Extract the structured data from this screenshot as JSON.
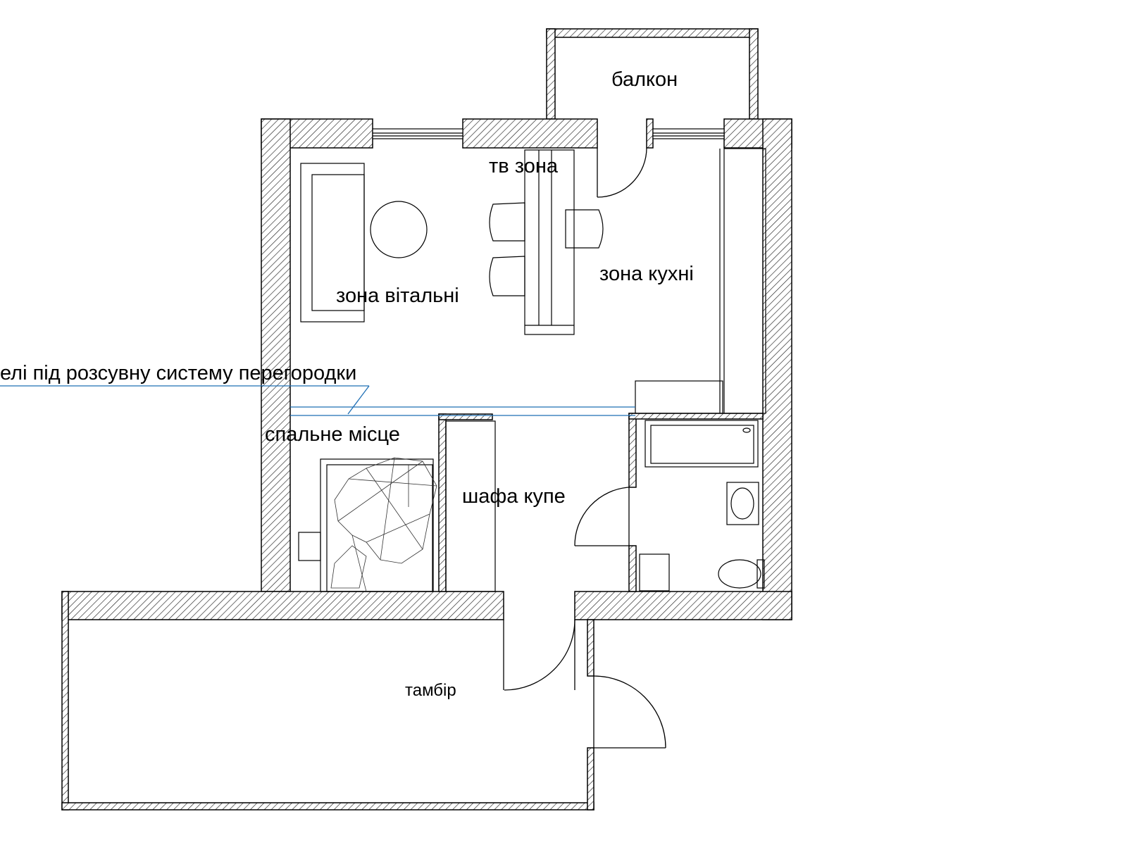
{
  "plan": {
    "title": "",
    "rooms": {
      "balcony": "балкон",
      "tv_zone": "тв зона",
      "living_zone": "зона вітальні",
      "kitchen_zone": "зона кухні",
      "sleeping_place": "спальне місце",
      "wardrobe": "шафа купе",
      "vestibule": "тамбір"
    },
    "annotation": "елі під розсувну систему перегородки"
  },
  "colors": {
    "wall_hatch": "#000000",
    "annotation_line": "#1f6fb5",
    "background": "#ffffff"
  }
}
